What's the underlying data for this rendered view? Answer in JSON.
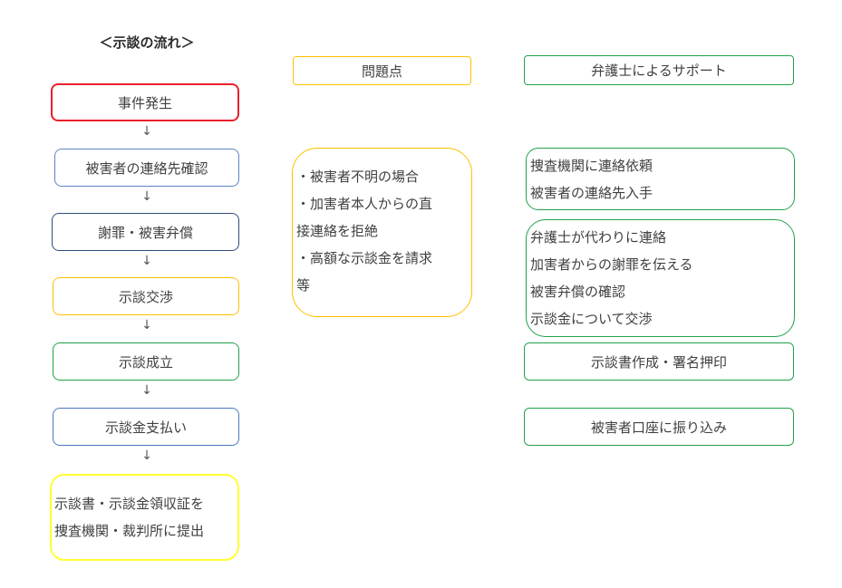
{
  "title": "＜示談の流れ＞",
  "flow": {
    "arrow": "↓",
    "steps": [
      {
        "label": "事件発生",
        "color": "#e8212c"
      },
      {
        "label": "被害者の連絡先確認",
        "color": "#5b86c6"
      },
      {
        "label": "謝罪・被害弁償",
        "color": "#2e4d7b"
      },
      {
        "label": "示談交渉",
        "color": "#ffc000"
      },
      {
        "label": "示談成立",
        "color": "#22a24a"
      },
      {
        "label": "示談金支払い",
        "color": "#4a78c2"
      },
      {
        "label_lines": [
          "示談書・示談金領収証を",
          "捜査機関・裁判所に提出"
        ],
        "color": "#ffff33"
      }
    ]
  },
  "problems": {
    "header": "問題点",
    "color": "#ffc000",
    "lines": [
      "・被害者不明の場合",
      "・加害者本人からの直",
      "接連絡を拒絶",
      "・高額な示談金を請求",
      "等"
    ]
  },
  "support": {
    "header": "弁護士によるサポート",
    "color": "#22a24a",
    "box1": [
      "捜査機関に連絡依頼",
      "被害者の連絡先入手"
    ],
    "box2": [
      "弁護士が代わりに連絡",
      "加害者からの謝罪を伝える",
      "被害弁償の確認",
      "示談金について交渉"
    ],
    "box3": "示談書作成・署名押印",
    "box4": "被害者口座に振り込み"
  }
}
